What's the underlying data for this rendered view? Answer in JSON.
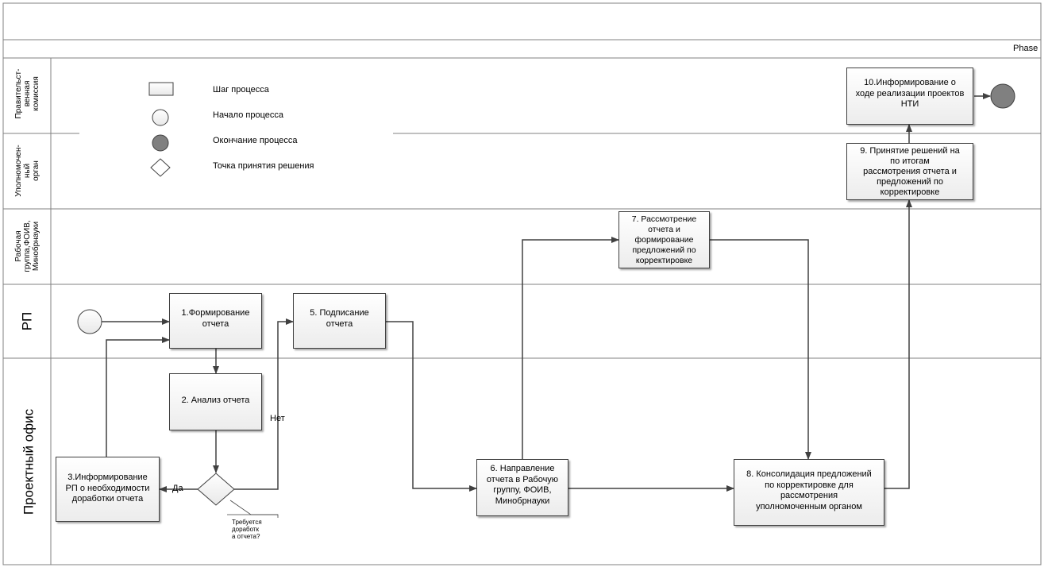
{
  "header": {
    "phase_label": "Phase"
  },
  "lanes": [
    {
      "id": "gov",
      "label": "Правительст-\nвенная\nкомиссия"
    },
    {
      "id": "auth",
      "label": "Уполномочен-\nный\nорган"
    },
    {
      "id": "wg",
      "label": "Рабочая\nгруппа,ФОИВ,\nМинобрнауки"
    },
    {
      "id": "rp",
      "label": "РП"
    },
    {
      "id": "po",
      "label": "Проектный офис"
    }
  ],
  "legend": {
    "step": "Шаг процесса",
    "start": "Начало процесса",
    "end": "Окончание процесса",
    "decision": "Точка принятия решения"
  },
  "steps": {
    "s1": "1.Формирование\nотчета",
    "s2": "2. Анализ отчета",
    "s3": "3.Информирование\nРП о необходимости\nдоработки отчета",
    "s5": "5. Подписание\nотчета",
    "s6": "6. Направление\nотчета в Рабочую\nгруппу, ФОИВ,\nМинобрнауки",
    "s7": "7. Рассмотрение\nотчета и\nформирование\nпредложений по\nкорректировке",
    "s8": "8. Консолидация предложений\nпо корректировке  для\nрассмотрения\nуполномоченным органом",
    "s9": "9. Принятие решений на\nпо итогам\nрассмотрения  отчета и\nпредложений по\nкорректировке",
    "s10": "10.Информирование о\nходе реализации проектов\nНТИ"
  },
  "decision": {
    "question": "Требуется\nдоработк\nа отчета?",
    "yes": "Да",
    "no": "Нет"
  },
  "colors": {
    "line": "#404040",
    "end_fill": "#808080",
    "lane_border": "#808080"
  }
}
